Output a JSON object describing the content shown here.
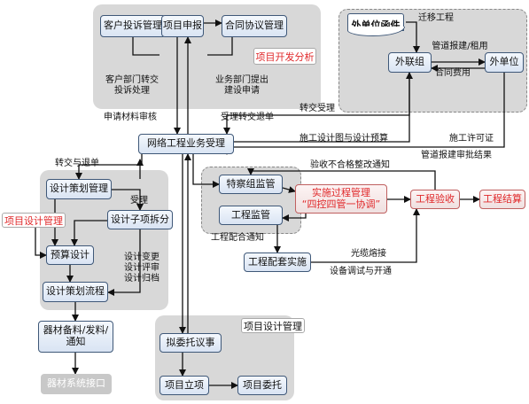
{
  "nodes": {
    "customer_complaint": "客户投诉管理",
    "project_report": "项目申报",
    "contract_agreement": "合同协议管理",
    "outreach_group": "外联组",
    "external_unit": "外单位",
    "network_business": "网络工程业务受理",
    "planning_mgmt": "设计策划管理",
    "sub_item_split": "设计子项拆分",
    "budget_design": "预算设计",
    "planning_flow": "设计策划流程",
    "materials": [
      "器材备料/发料/",
      "通知"
    ],
    "materials_interface": "器材系统接口",
    "supervision_group": "特察组监管",
    "engineering_supervision": "工程监管",
    "process_mgmt": [
      "实施过程管理",
      "“四控四管一协调”"
    ],
    "engineering_acceptance": "工程验收",
    "engineering_settlement": "工程结算",
    "supporting_impl": "工程配套实施",
    "proposed_commission": "拟委托议事",
    "project_establish": "项目立项",
    "project_commission": "项目委托"
  },
  "tags": {
    "project_dev": "项目开发分析",
    "project_design_mgmt": "项目设计管理",
    "project_design_mgmt_bottom": "项目设计管理"
  },
  "doc": "外单位函件",
  "labels": {
    "transfer_project": "迁移工程",
    "pipe_build_rent": "管道报建/租用",
    "contract_fee": "合同费用",
    "customer_dept_transfer": [
      "客户部门转交",
      "投诉处理"
    ],
    "business_dept_request": [
      "业务部门提出",
      "建设申请"
    ],
    "apply_material_review": "申请材料审核",
    "accept_return": "受理转交退单",
    "transfer_accept": "转交受理",
    "construction_drawing": "施工设计图与设计预算",
    "construction_permit": "施工许可证",
    "pipe_approval_result": "管道报建审批结果",
    "transfer_return": "转交与退单",
    "accept": "受理",
    "acceptance_rectify": "验收不合格整改通知",
    "design_change": [
      "设计变更",
      "设计评审",
      "设计归档"
    ],
    "engineering_coop": "工程配合通知",
    "fiber_splice": "光缆熔接",
    "equipment_test": "设备调试与开通"
  }
}
